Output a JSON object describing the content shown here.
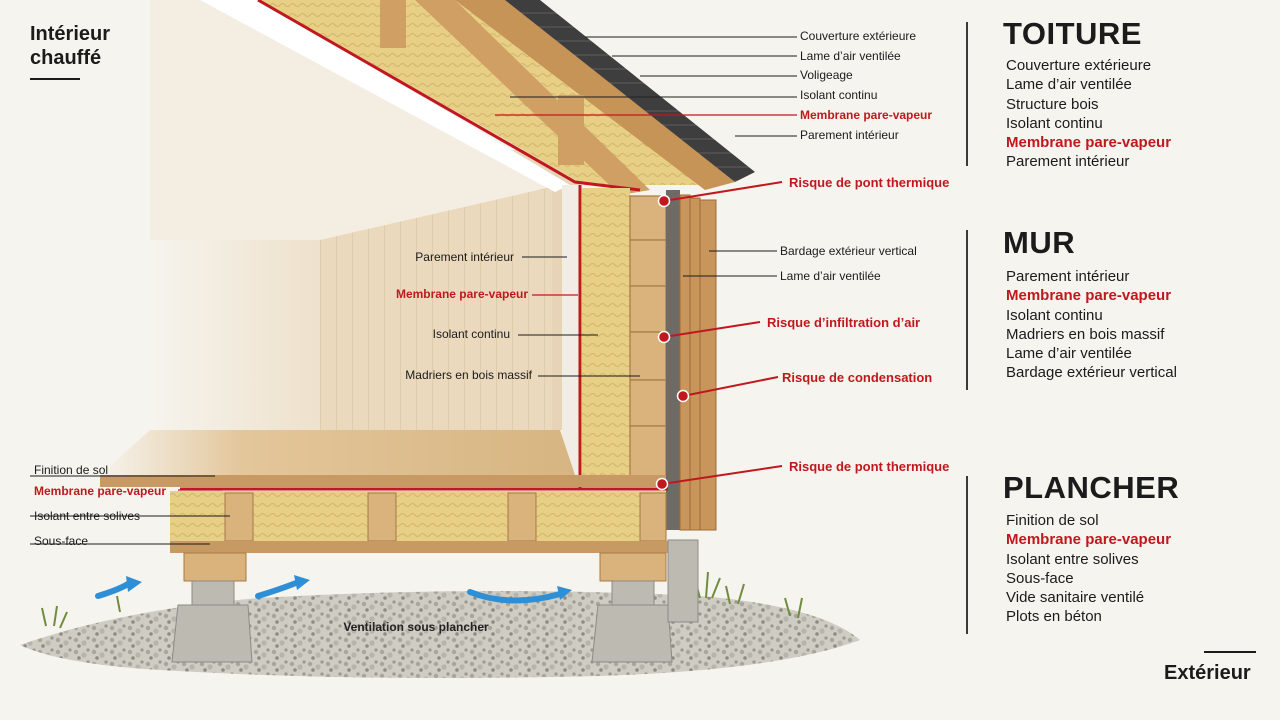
{
  "corners": {
    "interior_line1": "Intérieur",
    "interior_line2": "chauffé",
    "exterior": "Extérieur"
  },
  "sections": [
    {
      "title": "TOITURE",
      "items": [
        {
          "text": "Couverture extérieure",
          "highlight": false
        },
        {
          "text": "Lame d’air ventilée",
          "highlight": false
        },
        {
          "text": "Structure bois",
          "highlight": false
        },
        {
          "text": "Isolant continu",
          "highlight": false
        },
        {
          "text": "Membrane pare-vapeur",
          "highlight": true
        },
        {
          "text": "Parement intérieur",
          "highlight": false
        }
      ]
    },
    {
      "title": "MUR",
      "items": [
        {
          "text": "Parement intérieur",
          "highlight": false
        },
        {
          "text": "Membrane pare-vapeur",
          "highlight": true
        },
        {
          "text": "Isolant continu",
          "highlight": false
        },
        {
          "text": "Madriers en bois massif",
          "highlight": false
        },
        {
          "text": "Lame d’air ventilée",
          "highlight": false
        },
        {
          "text": "Bardage extérieur vertical",
          "highlight": false
        }
      ]
    },
    {
      "title": "PLANCHER",
      "items": [
        {
          "text": "Finition de sol",
          "highlight": false
        },
        {
          "text": "Membrane pare-vapeur",
          "highlight": true
        },
        {
          "text": "Isolant entre solives",
          "highlight": false
        },
        {
          "text": "Sous-face",
          "highlight": false
        },
        {
          "text": "Vide sanitaire ventilé",
          "highlight": false
        },
        {
          "text": "Plots en béton",
          "highlight": false
        }
      ]
    }
  ],
  "roof_callouts": [
    {
      "text": "Couverture extérieure",
      "highlight": false
    },
    {
      "text": "Lame d’air ventilée",
      "highlight": false
    },
    {
      "text": "Voligeage",
      "highlight": false
    },
    {
      "text": "Isolant continu",
      "highlight": false
    },
    {
      "text": "Membrane pare-vapeur",
      "highlight": true
    },
    {
      "text": "Parement intérieur",
      "highlight": false
    }
  ],
  "interior_wall_callouts": [
    {
      "text": "Parement intérieur",
      "highlight": false
    },
    {
      "text": "Membrane pare-vapeur",
      "highlight": true
    },
    {
      "text": "Isolant continu",
      "highlight": false
    },
    {
      "text": "Madriers en bois massif",
      "highlight": false
    }
  ],
  "exterior_wall_callouts": [
    {
      "text": "Bardage extérieur vertical",
      "highlight": false
    },
    {
      "text": "Lame d’air ventilée",
      "highlight": false
    }
  ],
  "floor_callouts": [
    {
      "text": "Finition de sol",
      "highlight": false
    },
    {
      "text": "Membrane pare-vapeur",
      "highlight": true
    },
    {
      "text": "Isolant entre solives",
      "highlight": false
    },
    {
      "text": "Sous-face",
      "highlight": false
    }
  ],
  "risk_callouts": [
    {
      "text": "Risque de pont thermique"
    },
    {
      "text": "Risque d’infiltration d’air"
    },
    {
      "text": "Risque de condensation"
    },
    {
      "text": "Risque de pont thermique"
    }
  ],
  "ventilation_label": "Ventilation sous plancher",
  "colors": {
    "accent_red": "#c0181e",
    "insulation": "#e8cf86",
    "wood": "#d9b27c",
    "wood_dark": "#b98a52",
    "roofing": "#3e3e3e",
    "airflow": "#2e8fd6",
    "concrete": "#bdbab2",
    "ink": "#1b1b1b"
  },
  "icons": [
    "airflow-arrow-icon",
    "risk-marker-icon"
  ]
}
